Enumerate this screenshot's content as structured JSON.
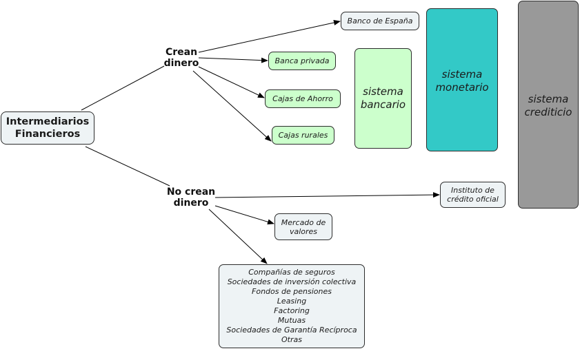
{
  "root": {
    "line1": "Intermediarios",
    "line2": "Financieros"
  },
  "branches": {
    "crean": {
      "line1": "Crean",
      "line2": "dinero"
    },
    "no_crean": {
      "line1": "No crean",
      "line2": "dinero"
    }
  },
  "crean_targets": {
    "banco_espana": "Banco de España",
    "banca_privada": "Banca privada",
    "cajas_ahorro": "Cajas de Ahorro",
    "cajas_rurales": "Cajas rurales"
  },
  "no_crean_targets": {
    "ico": {
      "line1": "Instituto de",
      "line2": "crédito oficial"
    },
    "mercado": {
      "line1": "Mercado de",
      "line2": "valores"
    },
    "otros": [
      "Compañías de seguros",
      "Sociedades de inversión colectiva",
      "Fondos de pensiones",
      "Leasing",
      "Factoring",
      "Mutuas",
      "Sociedades de Garantía Recíproca",
      "Otras"
    ]
  },
  "systems": {
    "bancario": {
      "line1": "sistema",
      "line2": "bancario",
      "color": "#ccffcc"
    },
    "monetario": {
      "line1": "sistema",
      "line2": "monetario",
      "color": "#33c9c7"
    },
    "crediticio": {
      "line1": "sistema",
      "line2": "crediticio",
      "color": "#999999"
    }
  }
}
